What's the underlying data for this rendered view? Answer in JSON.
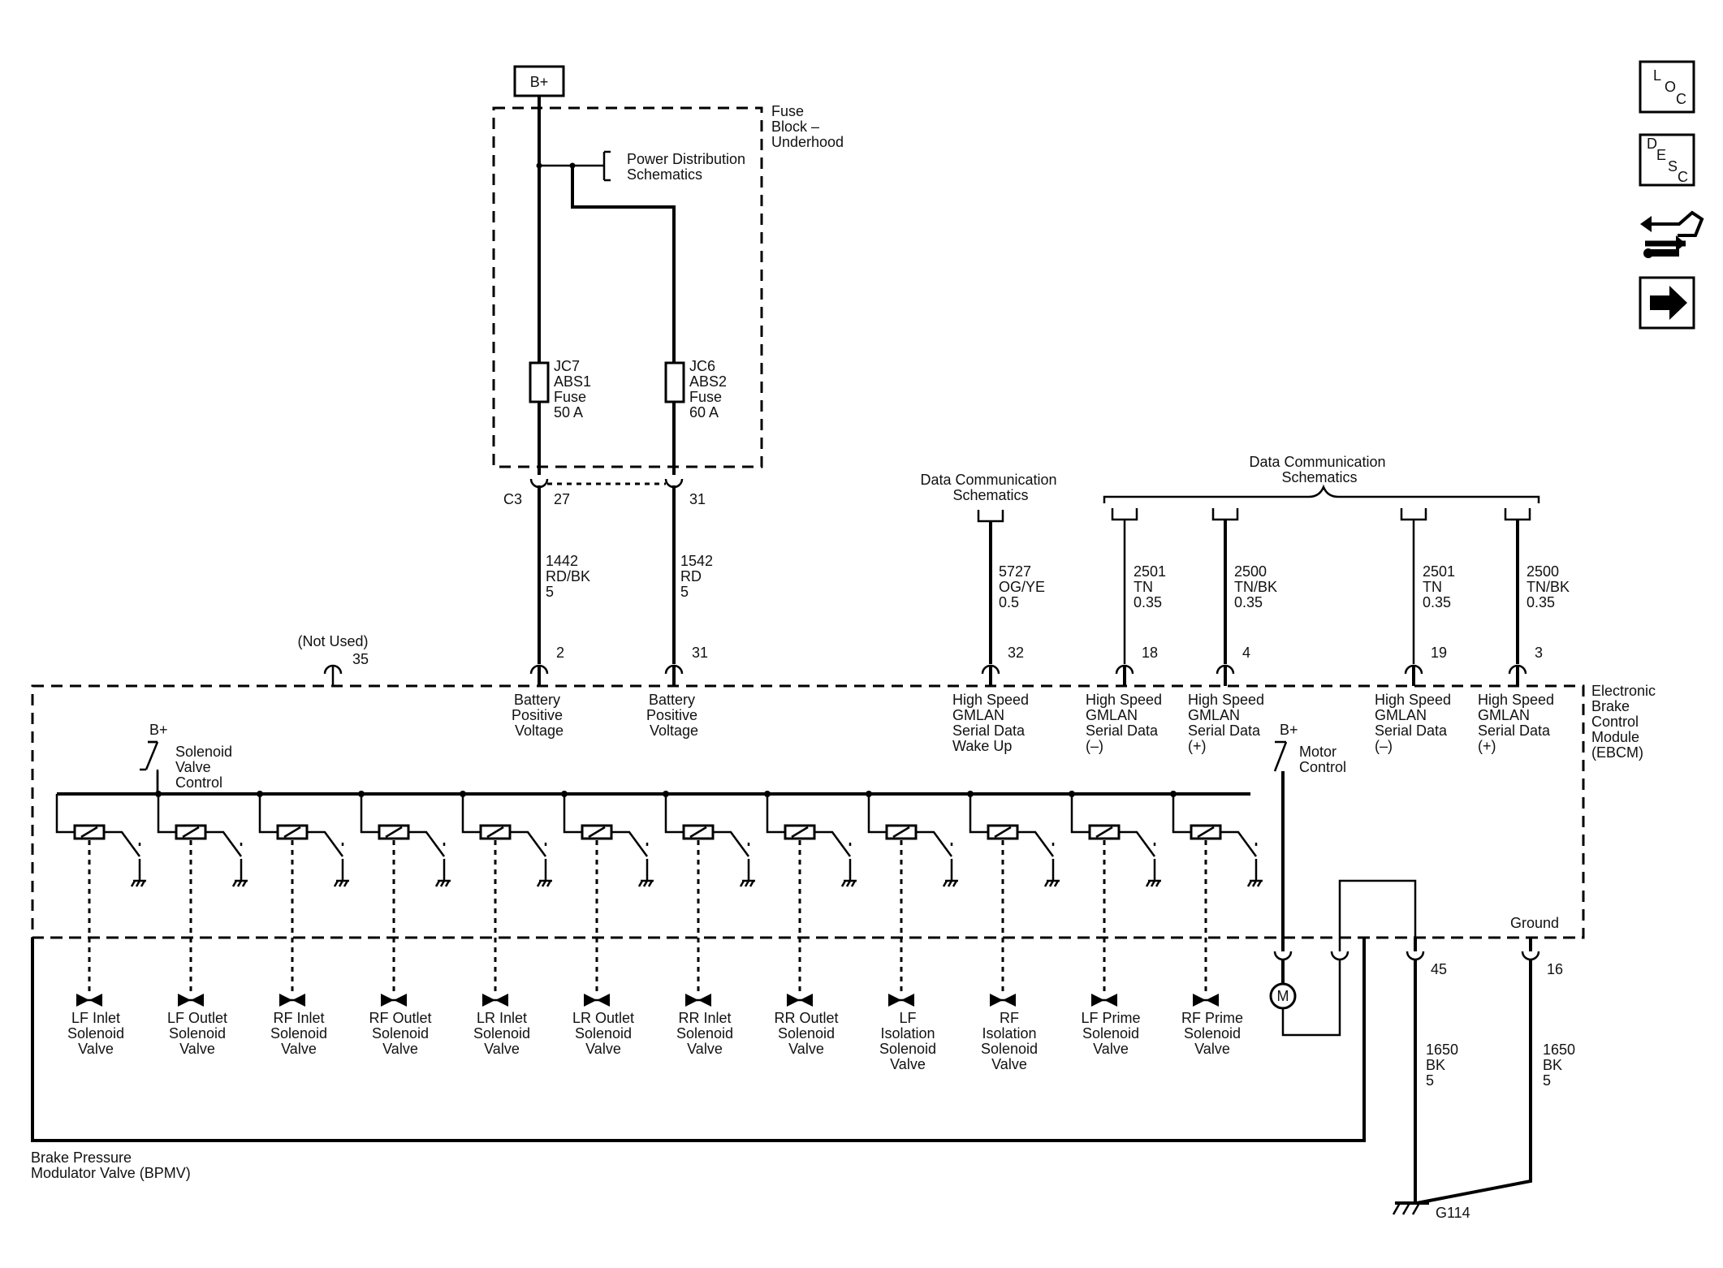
{
  "power": {
    "b_plus": "B+",
    "fuse_block": [
      "Fuse",
      "Block –",
      "Underhood"
    ],
    "power_dist": [
      "Power Distribution",
      "Schematics"
    ],
    "fuse1": [
      "JC7",
      "ABS1",
      "Fuse",
      "50 A"
    ],
    "fuse2": [
      "JC6",
      "ABS2",
      "Fuse",
      "60 A"
    ],
    "connector": "C3",
    "pin_a": "27",
    "pin_b": "31"
  },
  "wires": {
    "w1442": [
      "1442",
      "RD/BK",
      "5"
    ],
    "w1542": [
      "1542",
      "RD",
      "5"
    ],
    "w5727": [
      "5727",
      "OG/YE",
      "0.5"
    ],
    "w2501a": [
      "2501",
      "TN",
      "0.35"
    ],
    "w2500a": [
      "2500",
      "TN/BK",
      "0.35"
    ],
    "w2501b": [
      "2501",
      "TN",
      "0.35"
    ],
    "w2500b": [
      "2500",
      "TN/BK",
      "0.35"
    ],
    "w1650a": [
      "1650",
      "BK",
      "5"
    ],
    "w1650b": [
      "1650",
      "BK",
      "5"
    ]
  },
  "data_comm": {
    "left": [
      "Data Communication",
      "Schematics"
    ],
    "right": [
      "Data Communication",
      "Schematics"
    ]
  },
  "ebcm_pins": {
    "not_used": "(Not Used)",
    "p35": "35",
    "p2": "2",
    "p31": "31",
    "p32": "32",
    "p18": "18",
    "p4": "4",
    "p19": "19",
    "p3": "3",
    "p45": "45",
    "p16": "16"
  },
  "ebcm_labels": {
    "batt1": [
      "Battery",
      "Positive",
      "Voltage"
    ],
    "batt2": [
      "Battery",
      "Positive",
      "Voltage"
    ],
    "wake": [
      "High Speed",
      "GMLAN",
      "Serial Data",
      "Wake Up"
    ],
    "gm1": [
      "High Speed",
      "GMLAN",
      "Serial Data",
      "(–)"
    ],
    "gm2": [
      "High Speed",
      "GMLAN",
      "Serial Data",
      "(+)"
    ],
    "gm3": [
      "High Speed",
      "GMLAN",
      "Serial Data",
      "(–)"
    ],
    "gm4": [
      "High Speed",
      "GMLAN",
      "Serial Data",
      "(+)"
    ],
    "module": [
      "Electronic",
      "Brake",
      "Control",
      "Module",
      "(EBCM)"
    ],
    "solenoid_ctrl": [
      "Solenoid",
      "Valve",
      "Control"
    ],
    "motor_ctrl": [
      "Motor",
      "Control"
    ],
    "b_plus": "B+",
    "ground": "Ground",
    "motor": "M"
  },
  "valves": [
    [
      "LF Inlet",
      "Solenoid",
      "Valve"
    ],
    [
      "LF Outlet",
      "Solenoid",
      "Valve"
    ],
    [
      "RF Inlet",
      "Solenoid",
      "Valve"
    ],
    [
      "RF Outlet",
      "Solenoid",
      "Valve"
    ],
    [
      "LR Inlet",
      "Solenoid",
      "Valve"
    ],
    [
      "LR Outlet",
      "Solenoid",
      "Valve"
    ],
    [
      "RR Inlet",
      "Solenoid",
      "Valve"
    ],
    [
      "RR Outlet",
      "Solenoid",
      "Valve"
    ],
    [
      "LF",
      "Isolation",
      "Solenoid",
      "Valve"
    ],
    [
      "RF",
      "Isolation",
      "Solenoid",
      "Valve"
    ],
    [
      "LF Prime",
      "Solenoid",
      "Valve"
    ],
    [
      "RF Prime",
      "Solenoid",
      "Valve"
    ]
  ],
  "bpmv": [
    "Brake Pressure",
    "Modulator Valve (BPMV)"
  ],
  "ground_id": "G114",
  "side_icons": [
    {
      "name": "location-icon",
      "letters": [
        "L",
        "O",
        "C"
      ]
    },
    {
      "name": "description-icon",
      "letters": [
        "D",
        "E",
        "S",
        "C"
      ]
    }
  ]
}
